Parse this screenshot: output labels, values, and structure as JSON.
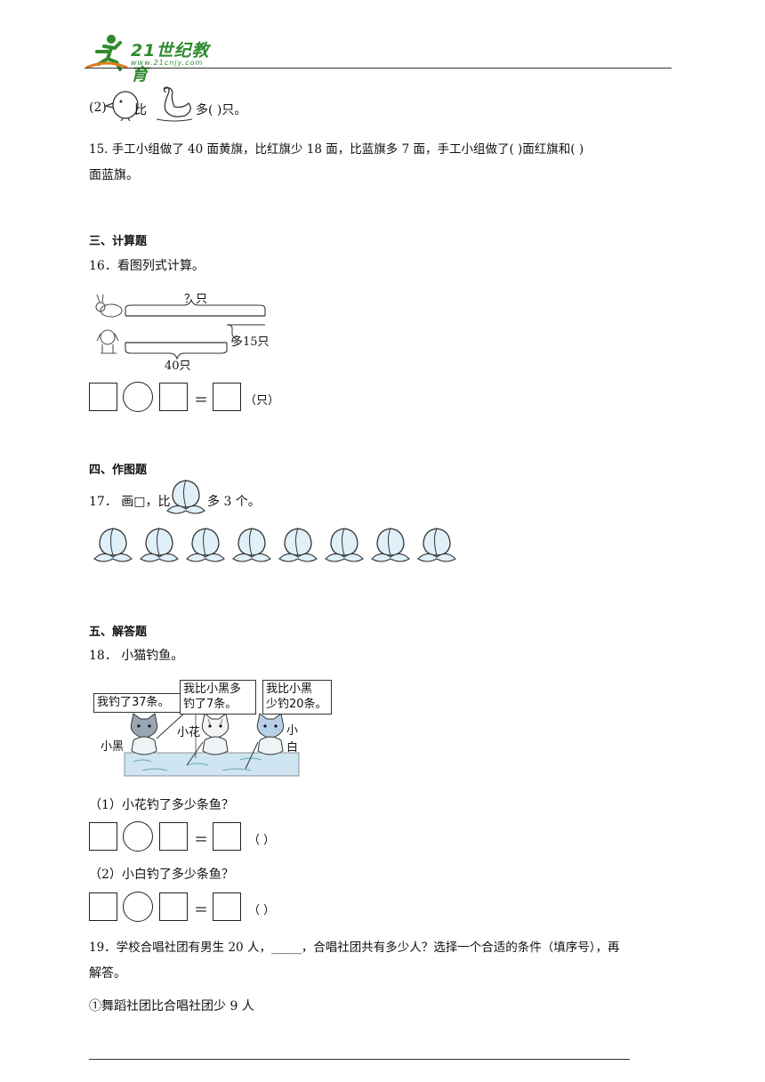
{
  "header": {
    "logo_text": "21世纪教育",
    "logo_url": "www.21cnjy.com"
  },
  "q14_2": {
    "prefix": "(2)",
    "word_compare": "比",
    "suffix": "多(          )只。"
  },
  "q15": {
    "line1": "15. 手工小组做了 40 面黄旗，比红旗少 18 面，比蓝旗多 7 面，手工小组做了(          )面红旗和(          )",
    "line2": "面蓝旗。"
  },
  "section3": {
    "title": "三、计算题"
  },
  "q16": {
    "title": "16．看图列式计算。",
    "top_label": "？只",
    "right_label": "多15只",
    "bottom_label": "40只",
    "unit": "（只）"
  },
  "section4": {
    "title": "四、作图题"
  },
  "q17": {
    "prefix": "17． 画□，比",
    "suffix": "多 3 个。",
    "peach_count": 8
  },
  "section5": {
    "title": "五、解答题"
  },
  "q18": {
    "title": "18． 小猫钓鱼。",
    "bubble1": "我钓了37条。",
    "bubble2_l1": "我比小黑多",
    "bubble2_l2": "钓了7条。",
    "bubble3_l1": "我比小黑",
    "bubble3_l2": "少钓20条。",
    "cat1": "小黑",
    "cat2": "小花",
    "cat3": "小白",
    "sub1": "（1）小花钓了多少条鱼？",
    "sub2": "（2）小白钓了多少条鱼？",
    "unit1": "（   ）",
    "unit2": "（   ）"
  },
  "q19": {
    "line1": "19．学校合唱社团有男生 20 人，_____，合唱社团共有多少人？选择一个合适的条件（填序号），再",
    "line2": "解答。",
    "option1": "①舞蹈社团比合唱社团少 9 人"
  },
  "colors": {
    "logo_green": "#2f8a2f",
    "peach_fill": "#dff0f8",
    "water": "#cfe6f2"
  }
}
